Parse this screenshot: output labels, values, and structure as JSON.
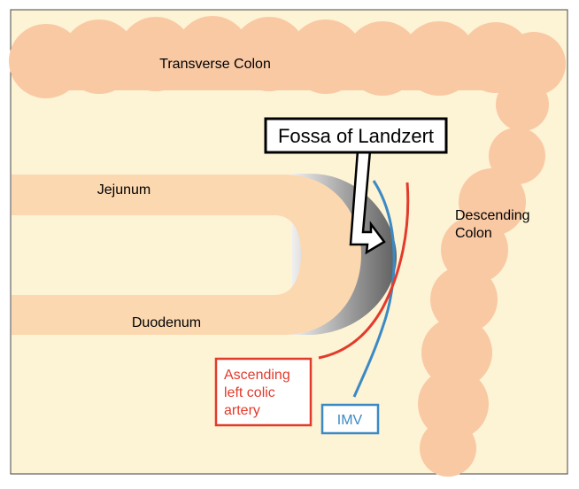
{
  "labels": {
    "transverse_colon": "Transverse Colon",
    "fossa": "Fossa of Landzert",
    "jejunum": "Jejunum",
    "duodenum": "Duodenum",
    "descending_colon_1": "Descending",
    "descending_colon_2": "Colon",
    "ascending_artery_1": "Ascending",
    "ascending_artery_2": "left colic",
    "ascending_artery_3": "artery",
    "imv": "IMV"
  },
  "colors": {
    "background": "#fdf3d5",
    "colon": "#f9c9a4",
    "small_bowel": "#fbd8b0",
    "artery": "#e23b2c",
    "vein": "#3b8ac4",
    "fossa_dark": "#6d6d6d",
    "fossa_light": "#d6d6d6"
  }
}
